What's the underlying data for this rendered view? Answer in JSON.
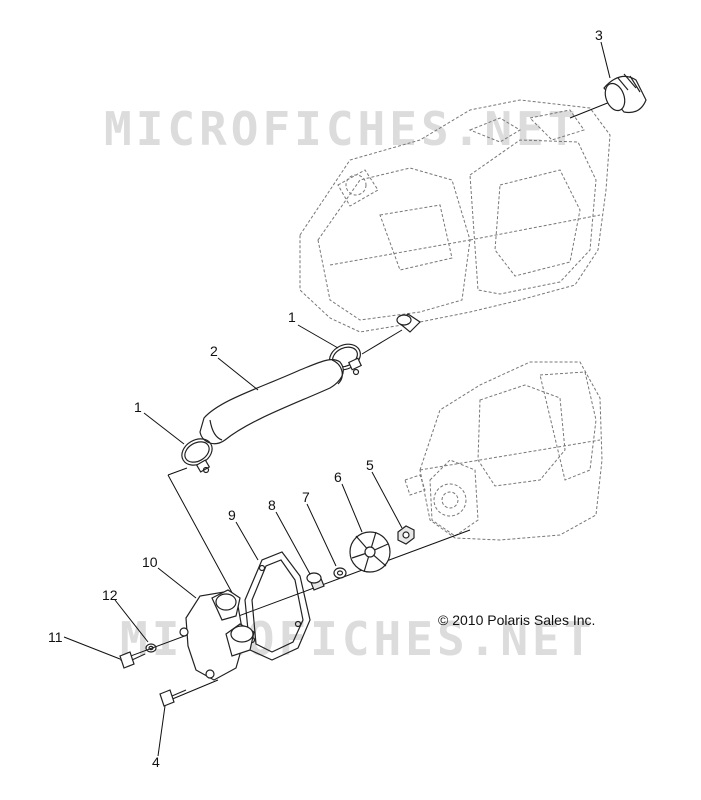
{
  "watermarks": [
    "MICROFICHES.NET",
    "MICROFICHES.NET"
  ],
  "copyright": "© 2010 Polaris Sales Inc.",
  "callouts": [
    {
      "id": "3",
      "label": "3"
    },
    {
      "id": "1a",
      "label": "1"
    },
    {
      "id": "2",
      "label": "2"
    },
    {
      "id": "1b",
      "label": "1"
    },
    {
      "id": "5",
      "label": "5"
    },
    {
      "id": "6",
      "label": "6"
    },
    {
      "id": "7",
      "label": "7"
    },
    {
      "id": "8",
      "label": "8"
    },
    {
      "id": "9",
      "label": "9"
    },
    {
      "id": "10",
      "label": "10"
    },
    {
      "id": "12",
      "label": "12"
    },
    {
      "id": "11",
      "label": "11"
    },
    {
      "id": "4",
      "label": "4"
    }
  ]
}
